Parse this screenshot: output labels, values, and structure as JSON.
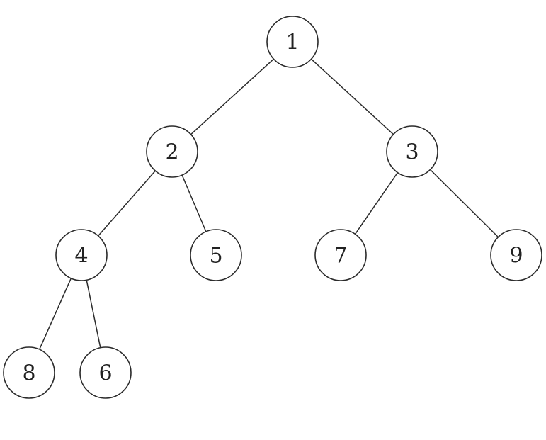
{
  "tree": {
    "nodes": [
      {
        "id": "n1",
        "label": "1"
      },
      {
        "id": "n2",
        "label": "2"
      },
      {
        "id": "n3",
        "label": "3"
      },
      {
        "id": "n4",
        "label": "4"
      },
      {
        "id": "n5",
        "label": "5"
      },
      {
        "id": "n7",
        "label": "7"
      },
      {
        "id": "n9",
        "label": "9"
      },
      {
        "id": "n8",
        "label": "8"
      },
      {
        "id": "n6",
        "label": "6"
      }
    ],
    "edges": [
      {
        "from": "n1",
        "to": "n2"
      },
      {
        "from": "n1",
        "to": "n3"
      },
      {
        "from": "n2",
        "to": "n4"
      },
      {
        "from": "n2",
        "to": "n5"
      },
      {
        "from": "n3",
        "to": "n7"
      },
      {
        "from": "n3",
        "to": "n9"
      },
      {
        "from": "n4",
        "to": "n8"
      },
      {
        "from": "n4",
        "to": "n6"
      }
    ]
  }
}
